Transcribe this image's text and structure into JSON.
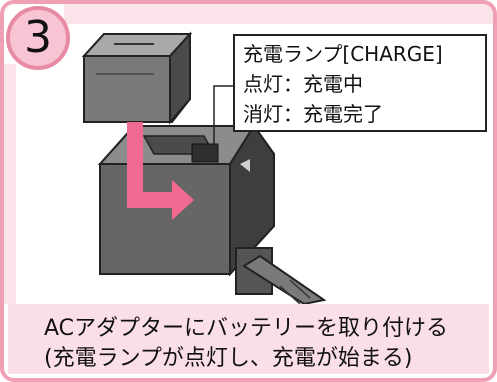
{
  "step": {
    "number": "3"
  },
  "callout": {
    "line1": "充電ランプ[CHARGE]",
    "line2": "点灯：充電中",
    "line3": "消灯：充電完了"
  },
  "caption": {
    "line1": "ACアダプターにバッテリーを取り付ける",
    "line2": "(充電ランプが点灯し、充電が始まる)"
  },
  "colors": {
    "accent_pink": "#f0a0b4",
    "caption_bg": "#fbdfe7",
    "arrow_pink": "#f06a92"
  }
}
